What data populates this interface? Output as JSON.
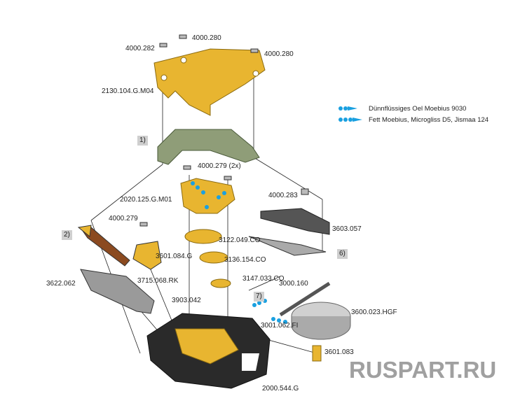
{
  "colors": {
    "oil_dot": "#1aa0e0",
    "gold": "#e8b530",
    "green_part": "#8f9d78",
    "steel": "#9a9a9a",
    "dark_base": "#2a2a2a",
    "watermark": "#a0a0a0",
    "label_box": "#cfcfcf"
  },
  "legend": [
    {
      "icon": "oil-drop-2-icon",
      "label": "Dünnflüssiges Oel Moebius 9030"
    },
    {
      "icon": "oil-drop-3-icon",
      "label": "Fett Moebius, Microgliss D5, Jismaa 124"
    }
  ],
  "labels": {
    "l1": "4000.280",
    "l2": "4000.282",
    "l3": "4000.280",
    "l4": "2130.104.G.M04",
    "l5": "4000.279 (2x)",
    "l6": "2020.125.G.M01",
    "l7": "4000.283",
    "l8": "4000.279",
    "l9": "3603.057",
    "l10": "3122.049.CO",
    "l11": "3601.084.G",
    "l12": "3136.154.CO",
    "l13": "3622.062",
    "l14": "3715.068.RK",
    "l15": "3147.033.CO",
    "l16": "3000.160",
    "l17": "3903.042",
    "l18": "3600.023.HGF",
    "l19": "3001.062.FI",
    "l20": "3601.083",
    "l21": "2000.544.G"
  },
  "callouts": {
    "c1": "1)",
    "c2": "2)",
    "c6": "6)",
    "c7": "7)"
  },
  "watermark": "RUSPART.RU"
}
